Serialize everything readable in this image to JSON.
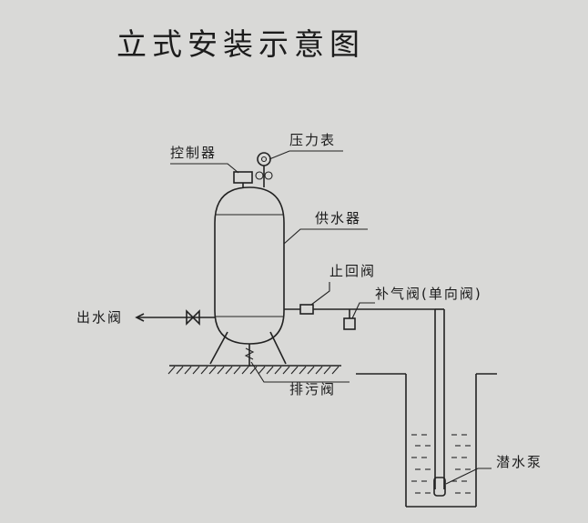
{
  "title": "立式安装示意图",
  "labels": {
    "controller": "控制器",
    "pressure_gauge": "压力表",
    "water_supply": "供水器",
    "check_valve": "止回阀",
    "air_valve": "补气阀(单向阀)",
    "outlet_valve": "出水阀",
    "drain_valve": "排污阀",
    "submersible_pump": "潜水泵"
  }
}
